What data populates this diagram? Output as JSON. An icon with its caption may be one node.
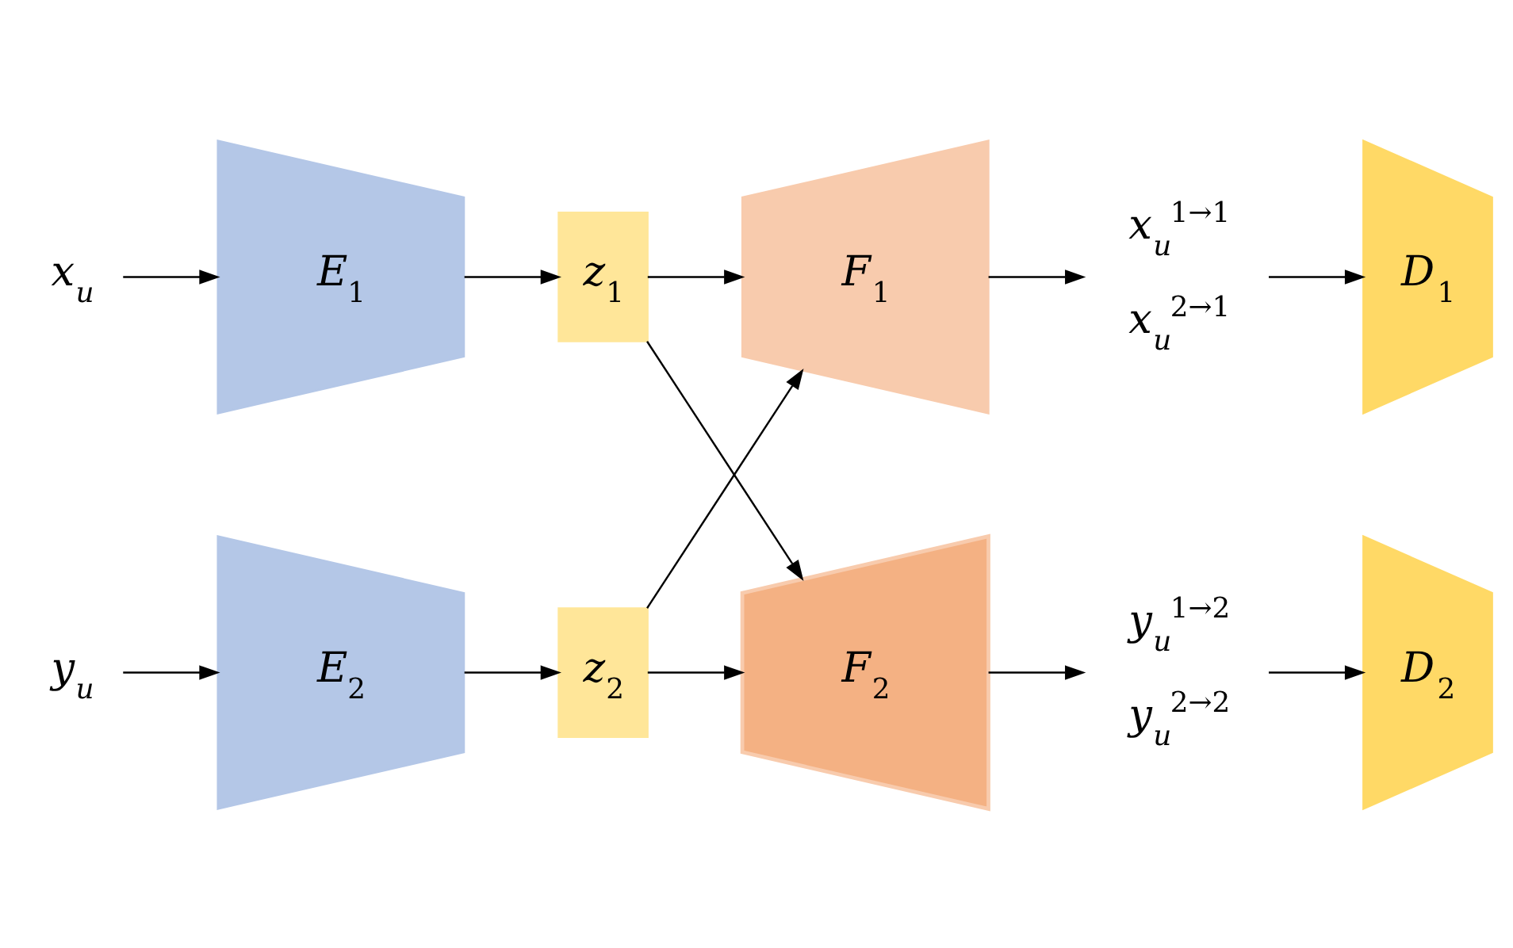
{
  "diagram": {
    "nodes": [
      {
        "text": [
          "x$_{u}$"
        ]
      },
      {
        "text": [
          "E$_{1}$"
        ]
      },
      {
        "text": [
          "z$_{1}$"
        ]
      },
      {
        "text": [
          "F$_{1}$"
        ]
      },
      {
        "text": [
          "x$_{u}$$^{1→1}$",
          "x$_{u}$$^{2→1}$"
        ]
      },
      {
        "text": [
          "D$_{1}$"
        ]
      },
      {
        "text": [
          "y$_{u}$"
        ]
      },
      {
        "text": [
          "E$_{2}$"
        ]
      },
      {
        "text": [
          "z$_{2}$"
        ]
      },
      {
        "text": [
          "F$_{2}$"
        ]
      },
      {
        "text": [
          "y$_{u}$$^{1→2}$",
          "y$_{u}$$^{2→2}$"
        ]
      },
      {
        "text": [
          "D$_{2}$"
        ]
      }
    ],
    "edges": [
      {
        "from": 0,
        "to": 1,
        "arrow": "to"
      },
      {
        "from": 1,
        "to": 2,
        "arrow": "to"
      },
      {
        "from": 2,
        "to": 3,
        "arrow": "to"
      },
      {
        "from": 2,
        "to": 9,
        "arrow": "to"
      },
      {
        "from": 3,
        "to": 4,
        "arrow": "to"
      },
      {
        "from": 4,
        "to": 5,
        "arrow": "to"
      },
      {
        "from": 6,
        "to": 7,
        "arrow": "to"
      },
      {
        "from": 7,
        "to": 8,
        "arrow": "to"
      },
      {
        "from": 8,
        "to": 3,
        "arrow": "to"
      },
      {
        "from": 8,
        "to": 9,
        "arrow": "to"
      },
      {
        "from": 9,
        "to": 10,
        "arrow": "to"
      },
      {
        "from": 10,
        "to": 11,
        "arrow": "to"
      }
    ]
  }
}
